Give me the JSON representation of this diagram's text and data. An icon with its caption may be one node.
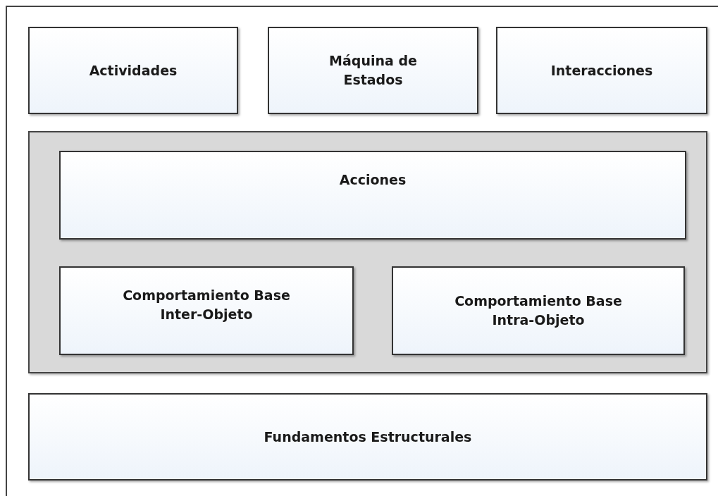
{
  "diagram": {
    "nodes": [
      {
        "text": [],
        "shape": "box"
      },
      {
        "text": [
          "Actividades"
        ],
        "in": 0
      },
      {
        "text": [
          "Máquina de Estados"
        ],
        "in": 0
      },
      {
        "text": [
          "Interacciones"
        ],
        "in": 0
      },
      {
        "text": [],
        "shape": "box",
        "in": 0
      },
      {
        "text": [
          "Acciones"
        ],
        "in": 4
      },
      {
        "text": [
          "Comportamiento Base Inter-Objeto"
        ],
        "in": 4
      },
      {
        "text": [
          "Comportamiento Base Intra-Objeto"
        ],
        "in": 4
      },
      {
        "text": [
          "Fundamentos Estructurales"
        ],
        "in": 0
      }
    ]
  }
}
